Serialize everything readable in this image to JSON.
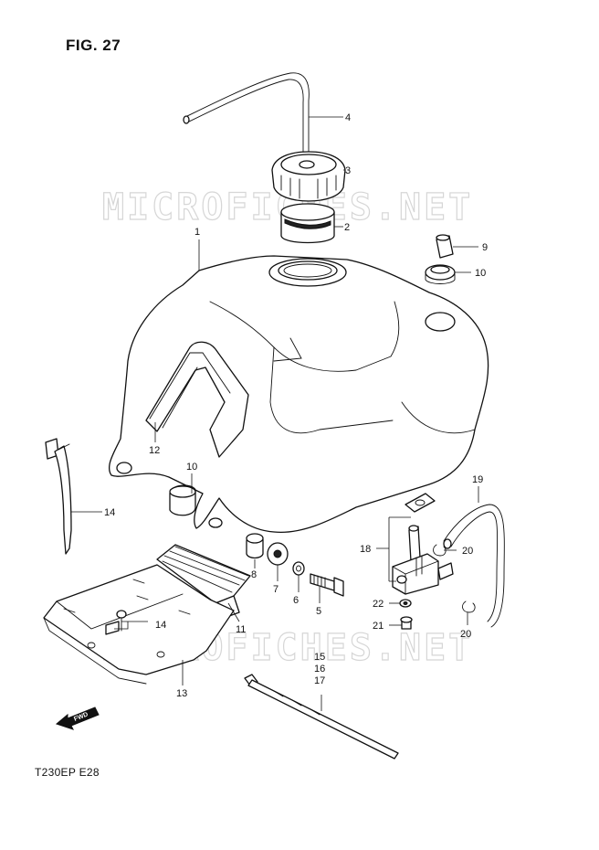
{
  "figure": {
    "title": "FIG. 27",
    "footer_code": "T230EP  E28",
    "watermark": "MICROFICHES.NET",
    "fwd_label": "FWD"
  },
  "callouts": [
    {
      "id": "c1",
      "label": "1"
    },
    {
      "id": "c2",
      "label": "2"
    },
    {
      "id": "c3",
      "label": "3"
    },
    {
      "id": "c4",
      "label": "4"
    },
    {
      "id": "c5",
      "label": "5"
    },
    {
      "id": "c6",
      "label": "6"
    },
    {
      "id": "c7",
      "label": "7"
    },
    {
      "id": "c8",
      "label": "8"
    },
    {
      "id": "c9",
      "label": "9"
    },
    {
      "id": "c10a",
      "label": "10"
    },
    {
      "id": "c10b",
      "label": "10"
    },
    {
      "id": "c11",
      "label": "11"
    },
    {
      "id": "c12",
      "label": "12"
    },
    {
      "id": "c13",
      "label": "13"
    },
    {
      "id": "c14a",
      "label": "14"
    },
    {
      "id": "c14b",
      "label": "14"
    },
    {
      "id": "c15",
      "label": "15"
    },
    {
      "id": "c16",
      "label": "16"
    },
    {
      "id": "c17",
      "label": "17"
    },
    {
      "id": "c18",
      "label": "18"
    },
    {
      "id": "c19",
      "label": "19"
    },
    {
      "id": "c20a",
      "label": "20"
    },
    {
      "id": "c20b",
      "label": "20"
    },
    {
      "id": "c21",
      "label": "21"
    },
    {
      "id": "c22",
      "label": "22"
    }
  ]
}
